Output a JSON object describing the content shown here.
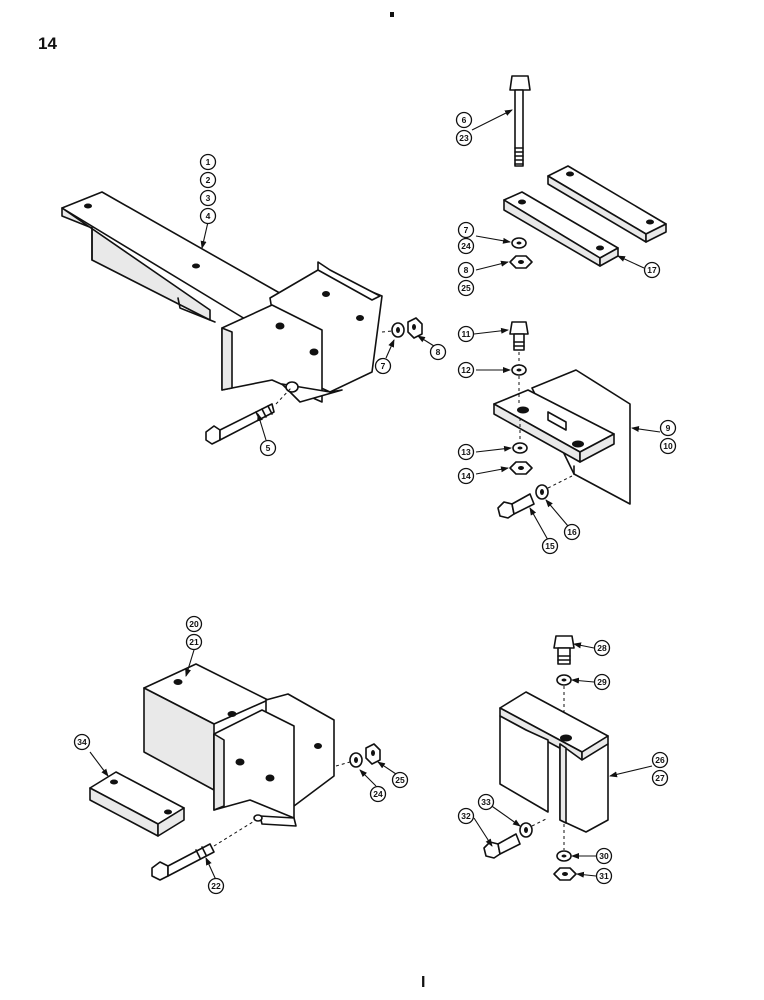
{
  "page": {
    "number": "14",
    "footer": "I"
  },
  "callouts": {
    "c1": "1",
    "c2": "2",
    "c3": "3",
    "c4": "4",
    "c5": "5",
    "c6": "6",
    "c7": "7",
    "c8": "8",
    "c9": "9",
    "c10": "10",
    "c11": "11",
    "c12": "12",
    "c13": "13",
    "c14": "14",
    "c15": "15",
    "c16": "16",
    "c17": "17",
    "c20": "20",
    "c21": "21",
    "c22": "22",
    "c23": "23",
    "c24": "24",
    "c25": "25",
    "c26": "26",
    "c27": "27",
    "c28": "28",
    "c29": "29",
    "c30": "30",
    "c31": "31",
    "c32": "32",
    "c33": "33",
    "c34": "34"
  }
}
